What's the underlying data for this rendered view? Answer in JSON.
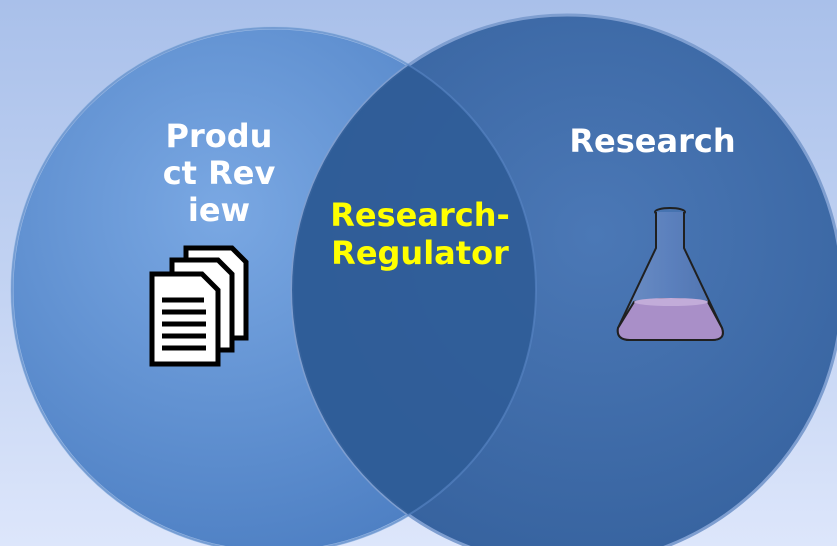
{
  "diagram": {
    "left_circle": {
      "label": "Product Review",
      "icon": "documents-icon",
      "color": "#5b8ed1"
    },
    "right_circle": {
      "label": "Research",
      "icon": "flask-icon",
      "color": "#3f6aa6"
    },
    "intersection": {
      "label": "Research-Regulator",
      "label_color": "#ffff00",
      "color": "#2e5b94"
    },
    "background_color": "#c4d4f3"
  }
}
